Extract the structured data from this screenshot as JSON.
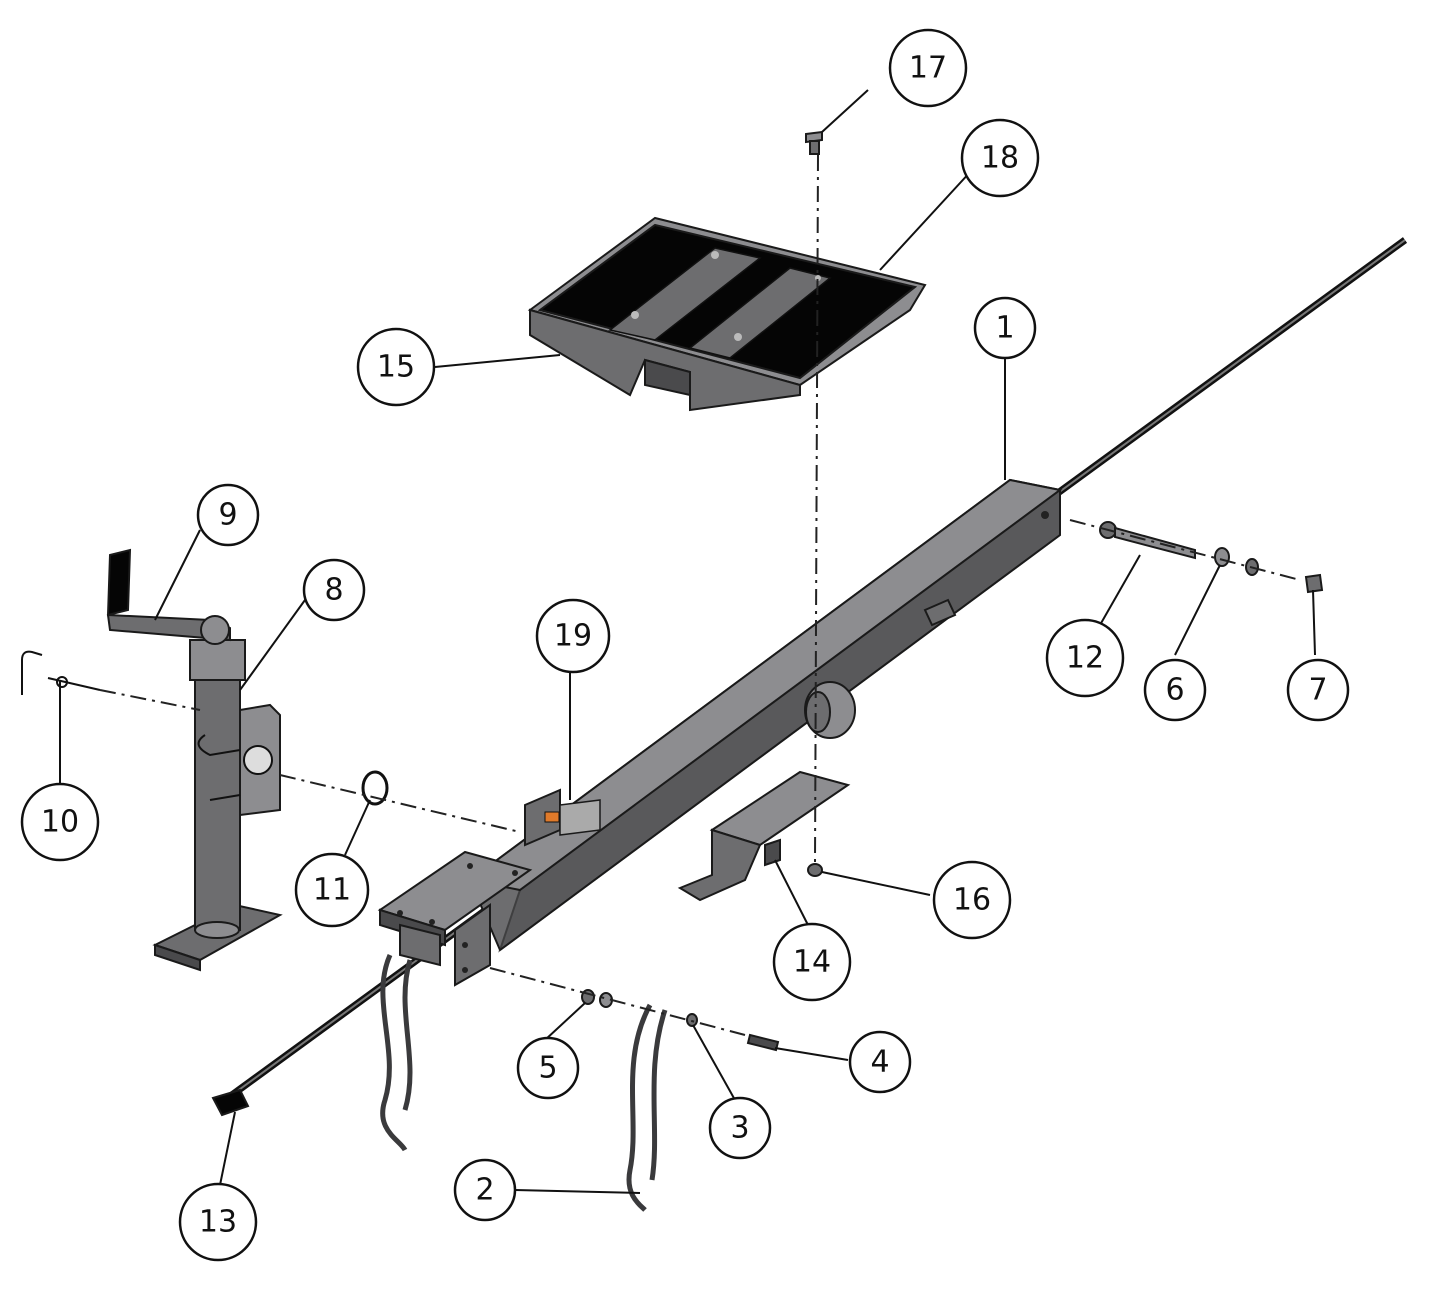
{
  "diagram": {
    "callouts": [
      {
        "id": "1",
        "label": "1"
      },
      {
        "id": "2",
        "label": "2"
      },
      {
        "id": "3",
        "label": "3"
      },
      {
        "id": "4",
        "label": "4"
      },
      {
        "id": "5",
        "label": "5"
      },
      {
        "id": "6",
        "label": "6"
      },
      {
        "id": "7",
        "label": "7"
      },
      {
        "id": "8",
        "label": "8"
      },
      {
        "id": "9",
        "label": "9"
      },
      {
        "id": "10",
        "label": "10"
      },
      {
        "id": "11",
        "label": "11"
      },
      {
        "id": "12",
        "label": "12"
      },
      {
        "id": "13",
        "label": "13"
      },
      {
        "id": "14",
        "label": "14"
      },
      {
        "id": "15",
        "label": "15"
      },
      {
        "id": "16",
        "label": "16"
      },
      {
        "id": "17",
        "label": "17"
      },
      {
        "id": "18",
        "label": "18"
      },
      {
        "id": "19",
        "label": "19"
      }
    ],
    "colors": {
      "metal": "#6d6d6f",
      "tread": "#050505",
      "label_orange": "#e07a2a"
    }
  }
}
